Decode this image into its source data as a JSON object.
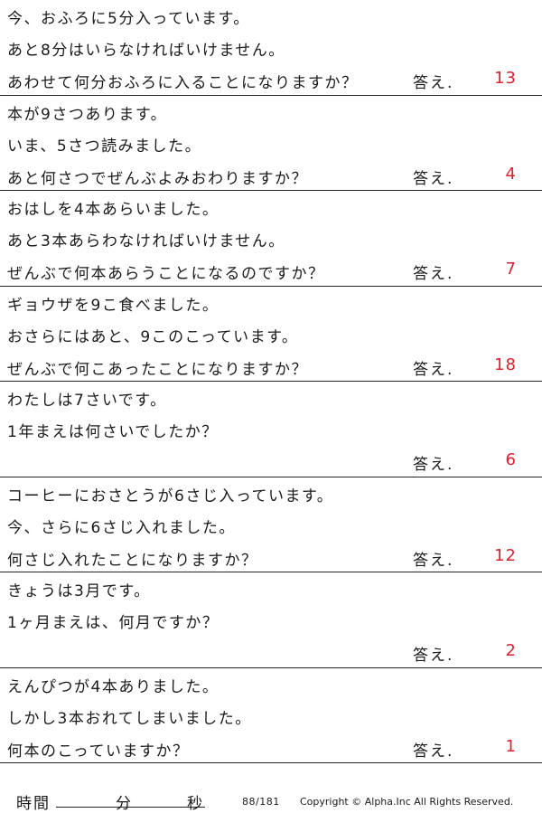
{
  "answer_label": "答え.",
  "problems": [
    {
      "lines": [
        "今、おふろに5分入っています。",
        "あと8分はいらなければいけません。",
        "あわせて何分おふろに入ることになりますか？"
      ],
      "answer": "13"
    },
    {
      "lines": [
        "本が9さつあります。",
        "いま、5さつ読みました。",
        "あと何さつでぜんぶよみおわりますか？"
      ],
      "answer": "4"
    },
    {
      "lines": [
        "おはしを4本あらいました。",
        "あと3本あらわなければいけません。",
        "ぜんぶで何本あらうことになるのですか？"
      ],
      "answer": "7"
    },
    {
      "lines": [
        "ギョウザを9こ食べました。",
        "おさらにはあと、9このこっています。",
        "ぜんぶで何こあったことになりますか？"
      ],
      "answer": "18"
    },
    {
      "lines": [
        "わたしは7さいです。",
        "1年まえは何さいでしたか？",
        ""
      ],
      "answer": "6"
    },
    {
      "lines": [
        "コーヒーにおさとうが6さじ入っています。",
        "今、さらに6さじ入れました。",
        "何さじ入れたことになりますか？"
      ],
      "answer": "12"
    },
    {
      "lines": [
        "きょうは3月です。",
        "1ヶ月まえは、何月ですか？",
        ""
      ],
      "answer": "2"
    },
    {
      "lines": [
        "えんぴつが4本ありました。",
        "しかし3本おれてしまいました。",
        "何本のこっていますか？"
      ],
      "answer": "1"
    }
  ],
  "footer": {
    "time_label": "時間",
    "minutes_label": "分",
    "seconds_label": "秒",
    "page_number": "88/181",
    "copyright": "Copyright © Alpha.Inc All Rights Reserved."
  }
}
